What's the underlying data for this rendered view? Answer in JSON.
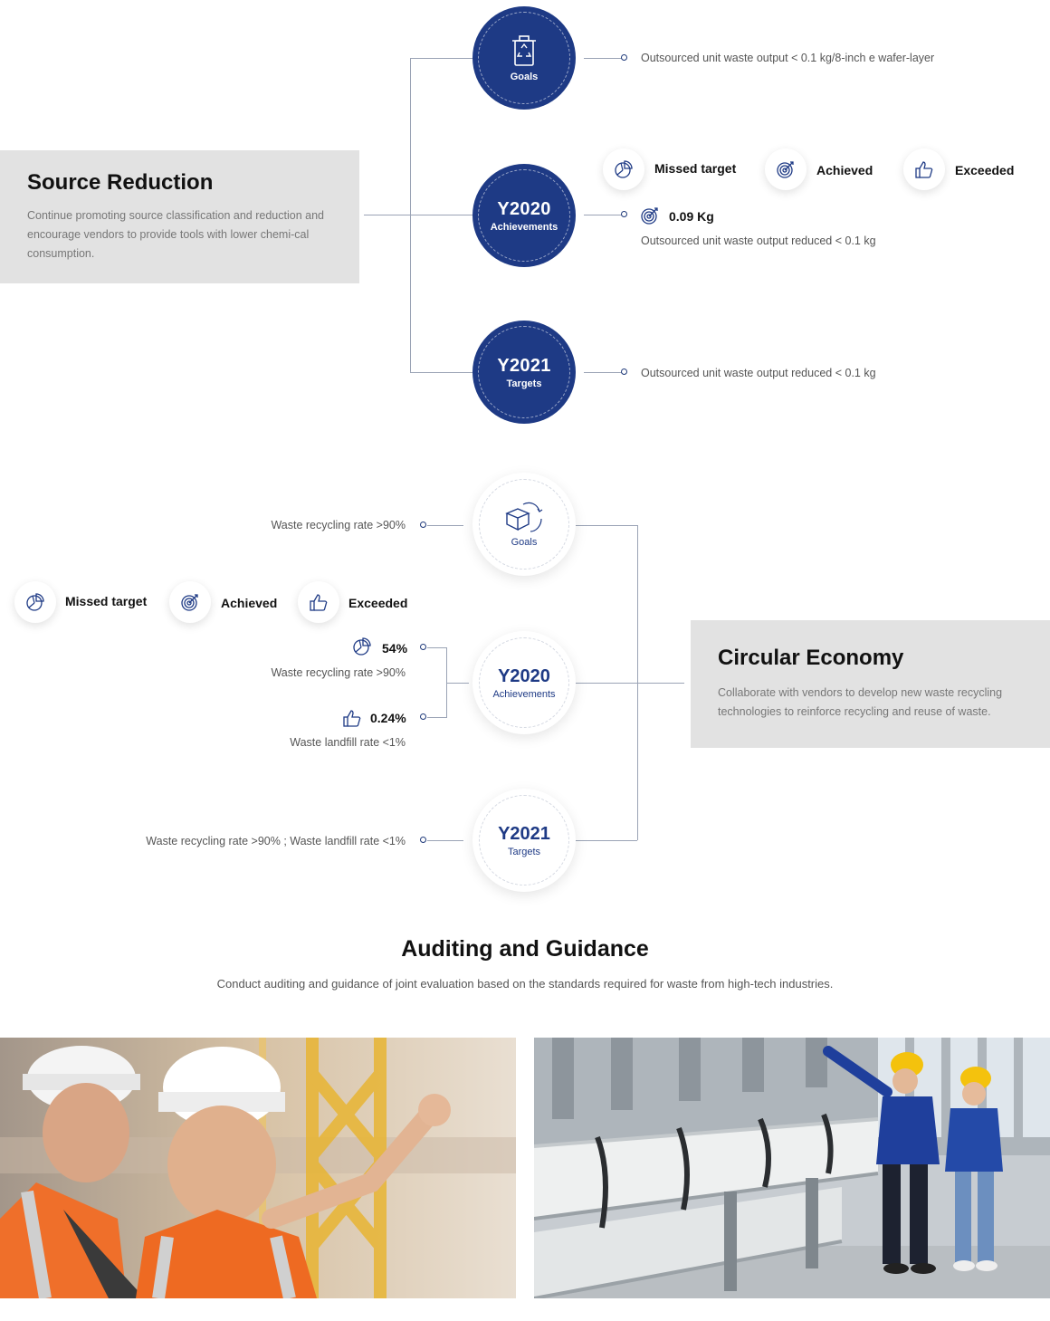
{
  "source_reduction": {
    "title": "Source Reduction",
    "description": "Continue promoting source classification and reduction and encourage vendors to provide tools with lower chemi-cal consumption.",
    "goals_label": "Goals",
    "goals_text": "Outsourced unit waste output < 0.1 kg/8-inch e wafer-layer",
    "y2020_year": "Y2020",
    "y2020_label": "Achievements",
    "y2020_value": "0.09 Kg",
    "y2020_text": "Outsourced unit waste output reduced < 0.1 kg",
    "y2021_year": "Y2021",
    "y2021_label": "Targets",
    "y2021_text": "Outsourced unit waste output reduced < 0.1 kg"
  },
  "legend": {
    "missed": "Missed target",
    "achieved": "Achieved",
    "exceeded": "Exceeded"
  },
  "circular_economy": {
    "title": "Circular Economy",
    "description": "Collaborate with vendors to develop new waste recycling technologies to reinforce recycling and reuse of waste.",
    "goals_label": "Goals",
    "goals_text": "Waste recycling rate >90%",
    "y2020_year": "Y2020",
    "y2020_label": "Achievements",
    "value1": "54%",
    "text1": "Waste recycling rate >90%",
    "value2": "0.24%",
    "text2": "Waste landfill rate <1%",
    "y2021_year": "Y2021",
    "y2021_label": "Targets",
    "y2021_text": "Waste recycling rate >90% ; Waste landfill rate <1%"
  },
  "auditing": {
    "title": "Auditing and Guidance",
    "description": "Conduct auditing and guidance of joint evaluation based on the standards required for waste from high-tech industries."
  },
  "colors": {
    "navy": "#1e3a85",
    "panel": "#e2e2e2"
  },
  "icons": [
    "recycle-bin-icon",
    "pie-chart-icon",
    "target-icon",
    "thumbs-up-icon",
    "recycle-box-icon"
  ]
}
